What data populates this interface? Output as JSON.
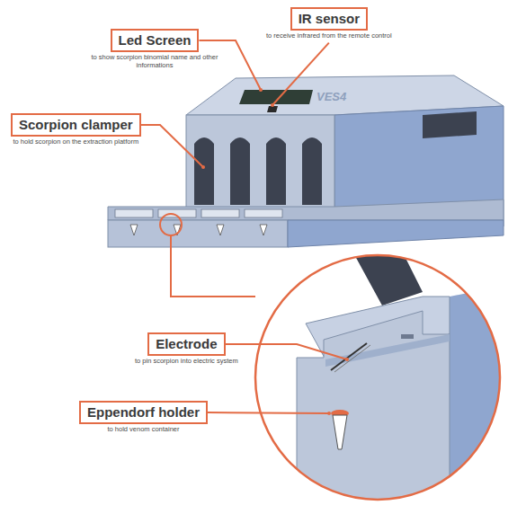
{
  "diagram": {
    "nodes": [
      {
        "text": [
          "Led Screen",
          "to show scorpion binomial name and other informations"
        ]
      },
      {
        "text": [
          "IR sensor",
          "to receive infrared from the remote control"
        ]
      },
      {
        "text": [
          "Scorpion clamper",
          "to hold scorpion on the extraction platform"
        ]
      },
      {
        "text": [
          "Electrode",
          "to pin scorpion into electric system"
        ]
      },
      {
        "text": [
          "Eppendorf holder",
          "to hold venom container"
        ]
      }
    ],
    "labels": [
      "VES4"
    ]
  }
}
